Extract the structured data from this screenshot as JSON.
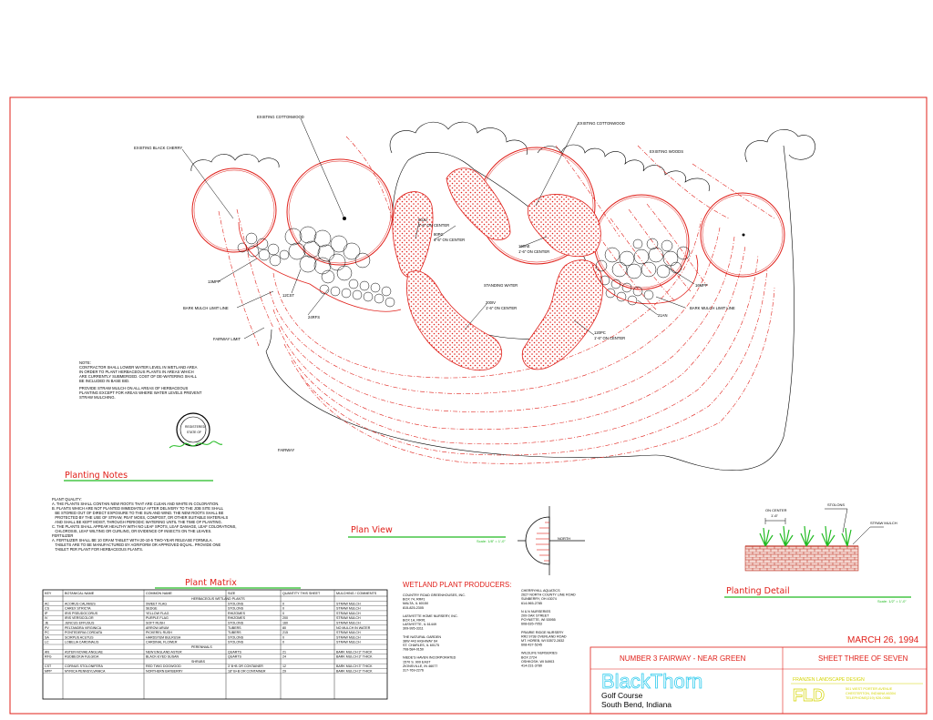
{
  "plan": {
    "labels": {
      "existing_cottonwood_1": "EXISTING COTTONWOOD",
      "existing_cottonwood_2": "EXISTING COTTONWOOD",
      "existing_black_cherry": "EXISTING BLACK CHERRY",
      "existing_woods": "EXISTING WOODS",
      "standing_water": "STANDING WATER",
      "bark_mulch_limit_line_left": "BARK MULCH LIMIT LINE",
      "bark_mulch_limit_line_right": "BARK MULCH LIMIT LINE",
      "fairway_limit": "FAIRWAY LIMIT",
      "fairway": "FAIRWAY",
      "c13mpp": "13MPP",
      "c12cst": "12CST",
      "c24rfs": "24RFS",
      "c16mpp": "16MPP",
      "c21an": "21AN",
      "c80ju_a": "80JU",
      "c80ju_b": "1'-6\" ON CENTER",
      "c80pc_a": "80PC",
      "c80pc_b": "1'-6\" ON CENTER",
      "c160ae_a": "160AE",
      "c160ae_b": "1'-6\" ON CENTER",
      "c200iv_a": "200IV",
      "c200iv_b": "1'-6\" ON CENTER",
      "c120pc_a": "120PC",
      "c120pc_b": "1'-6\" ON CENTER"
    },
    "note_lines": [
      "NOTE:",
      "CONTRACTOR SHALL LOWER WATER LEVEL IN WETLAND AREA",
      "IN ORDER TO PLANT HERBACEOUS PLANTS IN AREAS WHICH",
      "ARE CURRENTLY SUBMERGED. COST OF DE-WATERING SHALL",
      "BE INCLUDED IN BASE BID.",
      "",
      "PROVIDE STRAW MULCH ON ALL AREAS OF HERBACEOUS",
      "PLANTING EXCEPT FOR AREAS WHERE WATER LEVELS PREVENT",
      "STRAW MULCHING."
    ],
    "seal_text": [
      "REGISTERED",
      "STATE OF"
    ]
  },
  "planting_notes": {
    "title": "Planting Notes",
    "lines": [
      "PLANT QUALITY:",
      "A. THE PLANTS SHALL CONTAIN NEW ROOTS THAT ARE CLEAN AND WHITE IN COLORATION.",
      "B. PLANTS WHICH ARE NOT PLANTED IMMEDIATELY AFTER DELIVERY TO THE JOB SITE SHALL",
      "   BE STORED OUT OF DIRECT EXPOSURE TO THE SUN AND WIND. THE NEW ROOTS SHALL BE",
      "   PROTECTED BY THE USE OF STRAW, PEAT MOSS, COMPOST, OR OTHER SUITABLE MATERIALS",
      "   AND SHALL BE KEPT MOIST, THROUGH PERIODIC WATERING UNTIL THE TIME OF PLANTING.",
      "C. THE PLANTS SHALL APPEAR HEALTHY WITH NO LEAF SPOTS, LEAF DAMAGE, LEAF COLORATIONS,",
      "   CHLOROSIS, LEAF WILTING OR CURLING, OR EVIDENCE OF INSECTS ON THE LEAVES.",
      "FERTILIZER",
      "A. FERTILIZER SHALL BE 10 GRAM TABLET WITH 20-10-5 TWO-YEAR RELEASE FORMULA.",
      "   TABLETS ARE TO BE MANUFACTURED BY AGRIFORM OR APPROVED EQUAL. PROVIDE ONE",
      "   TABLET PER PLANT FOR HERBACEOUS PLANTS."
    ]
  },
  "plan_view": {
    "title": "Plan View",
    "scale": "Scale: 1/8\" = 1'-0\"",
    "north": "NORTH"
  },
  "plant_matrix": {
    "title": "Plant Matrix",
    "headers": [
      "KEY",
      "BOTANICAL NAME",
      "COMMON NAME",
      "SIZE",
      "QUANTITY THIS SHEET",
      "MULCHING / COMMENTS"
    ],
    "sections": [
      {
        "heading": "HERBACEOUS WETLAND PLANTS",
        "rows": [
          [
            "AC",
            "ACORUS CALAMUS",
            "SWEET FLAG",
            "STOLONS",
            "0",
            "STRAW MULCH"
          ],
          [
            "CS",
            "CAREX STRICTA",
            "SEDGE",
            "STOLONS",
            "0",
            "STRAW MULCH"
          ],
          [
            "IP",
            "IRIS PSEUDOCORUS",
            "YELLOW FLAG",
            "RHIZOMES",
            "0",
            "STRAW MULCH"
          ],
          [
            "IV",
            "IRIS VERSICOLOR",
            "PURPLE FLAG",
            "RHIZOMES",
            "200",
            "STRAW MULCH"
          ],
          [
            "JE",
            "JUNCUS EFFUSUS",
            "SOFT RUSH",
            "STOLONS",
            "160",
            "STRAW MULCH"
          ],
          [
            "PV",
            "PELTANDRA VIRGINICA",
            "ARROW ARUM",
            "TUBERS",
            "80",
            "NO MULCH IN WATER"
          ],
          [
            "PC",
            "PONTEDERIA CORDATA",
            "PICKEREL RUSH",
            "TUBERS",
            "215",
            "STRAW MULCH"
          ],
          [
            "SA",
            "SCIRPUS ACUTUS",
            "HARDSTEM BULRUSH",
            "STOLONS",
            "0",
            "STRAW MULCH"
          ],
          [
            "LC",
            "LOBELIA CARDINALIS",
            "CARDINAL FLOWER",
            "STOLONS",
            "0",
            "STRAW MULCH"
          ]
        ]
      },
      {
        "heading": "PERENNIALS",
        "rows": [
          [
            "AN",
            "ASTER-NOVAE ANGLIAE",
            "NEW ENGLAND ASTER",
            "QUARTS",
            "21",
            "BARK MULCH 3\" THICK"
          ],
          [
            "RFG",
            "RUDBECKIA FULGIDA",
            "BLACK-EYED SUSAN",
            "QUARTS",
            "24",
            "BARK MULCH 3\" THICK"
          ]
        ]
      },
      {
        "heading": "SHRUBS",
        "rows": [
          [
            "CST",
            "CORNUS STOLONIFERA",
            "RED TWIG DOGWOOD",
            "3' B+B OR CONTAINER",
            "12",
            "BARK MULCH 3\" THICK"
          ],
          [
            "MPP",
            "MYRICA PENNSYLVANICA",
            "NORTHERN BAYBERRY",
            "18\" B+B OR CONTAINER",
            "29",
            "BARK MULCH 3\" THICK"
          ]
        ]
      }
    ]
  },
  "producers": {
    "title": "WETLAND PLANT PRODUCERS:",
    "col1": [
      [
        "COUNTRY ROAD GREENHOUSES, INC.",
        "BOX 74, RR#1",
        "MALTA, IL 60150",
        "815-825-2305"
      ],
      [
        "LAFAYETTE HOME NURSERY, INC.",
        "BOX 1A, RR#1",
        "LAFAYETTE, IL 61449",
        "309-995-3311"
      ],
      [
        "THE NATURAL GARDEN",
        "38W 443 HIGHWAY 64",
        "ST. CHARLES, IL 60175",
        "708-584-0150"
      ],
      [
        "NIEDE'S HAVEN INCORPORATED",
        "1570 S. 900 EAST",
        "ZIONSVILLE, IN 46077",
        "317-769-2276"
      ]
    ],
    "col2": [
      [
        "CHERRYHILL AQUATICS",
        "2627 NORTH COUNTY LINE ROAD",
        "SUNBERRY, OH 43074",
        "614-965-2785"
      ],
      [
        "N & N NURSERIES",
        "209 OAK STREET",
        "POYNETTE, WI 53955",
        "608-635-7053"
      ],
      [
        "PRAIRIE RIDGE NURSERY",
        "RR2 9738 OVERLAND ROAD",
        "MT. HOREB, WI 53572-2832",
        "608-437-5245"
      ],
      [
        "WILDLIFE NURSERIES",
        "BOX 2724",
        "OSHKOSH, WI 54903",
        "414-231-3780"
      ]
    ]
  },
  "planting_detail": {
    "title": "Planting Detail",
    "scale": "Scale: 1/2\" = 1'-0\"",
    "on_center_a": "ON CENTER",
    "on_center_b": "1'-6\"",
    "stolons": "STOLONS",
    "straw_mulch": "STRAW MULCH"
  },
  "title_block": {
    "date": "MARCH 26, 1994",
    "fairway": "NUMBER 3 FAIRWAY - NEAR GREEN",
    "sheet": "SHEET THREE OF SEVEN",
    "logo": "BlackThorn",
    "course": "Golf Course",
    "city": "South Bend, Indiana",
    "firm": "FRANZEN LANDSCAPE DESIGN",
    "firm_mark": "FLD",
    "firm_address_1": "501 WEST PORTER AVENUE",
    "firm_address_2": "CHESTERTON, INDIANA 46304",
    "firm_phone": "TELEPHONE(219) 926-0986"
  },
  "colors": {
    "red": "#e0201a",
    "green": "#22bb22",
    "cyan": "#33ccee",
    "yellow": "#d4d400"
  }
}
